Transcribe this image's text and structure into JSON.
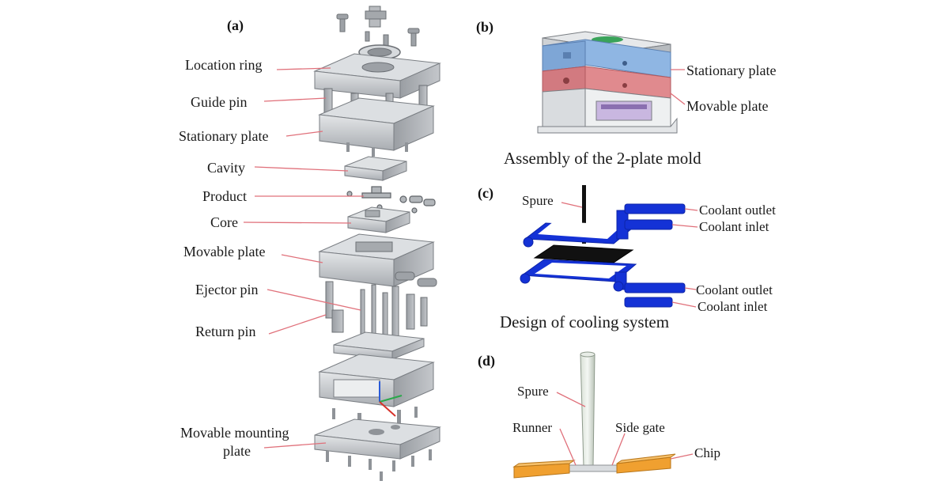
{
  "panels": {
    "a": {
      "tag": "(a)",
      "labels": {
        "location_ring": "Location ring",
        "guide_pin": "Guide pin",
        "stationary_plate": "Stationary plate",
        "cavity": "Cavity",
        "product": "Product",
        "core": "Core",
        "movable_plate": "Movable plate",
        "ejector_pin": "Ejector pin",
        "return_pin": "Return pin",
        "movable_mounting_plate_line1": "Movable mounting",
        "movable_mounting_plate_line2": "plate"
      }
    },
    "b": {
      "tag": "(b)",
      "labels": {
        "stationary_plate": "Stationary plate",
        "movable_plate": "Movable plate"
      },
      "caption": "Assembly of the 2-plate mold"
    },
    "c": {
      "tag": "(c)",
      "labels": {
        "spure": "Spure",
        "coolant_outlet_top": "Coolant outlet",
        "coolant_inlet_top": "Coolant inlet",
        "coolant_outlet_bottom": "Coolant outlet",
        "coolant_inlet_bottom": "Coolant inlet"
      },
      "caption": "Design of cooling system"
    },
    "d": {
      "tag": "(d)",
      "labels": {
        "spure": "Spure",
        "runner": "Runner",
        "side_gate": "Side gate",
        "chip": "Chip"
      }
    }
  },
  "colors": {
    "leader": "#e0707a",
    "steel": "#c9ccd0",
    "steel_dark": "#8d9196",
    "stationary_blue": "#8fb6e3",
    "movable_red": "#e08a8e",
    "cooling_blue": "#1432d6",
    "chip_orange": "#f0a030"
  }
}
